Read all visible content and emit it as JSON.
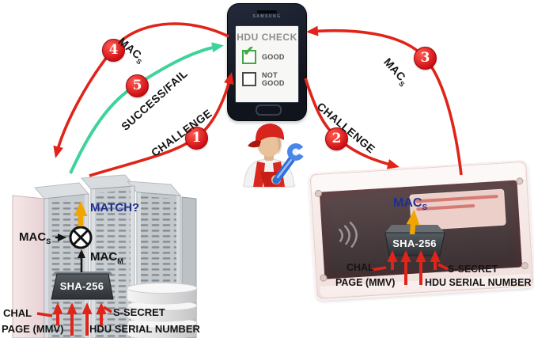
{
  "colors": {
    "arrow_red": "#e02419",
    "arrow_green": "#3ed39b",
    "arrow_yellow": "#f0a500",
    "label_blue": "#1e2f8e",
    "badge_red": "#cf0e13",
    "sha_block": "#33383c"
  },
  "phone": {
    "brand": "SAMSUNG",
    "title": "HDU CHECK",
    "good_label": "GOOD",
    "good_checked": true,
    "not_good_label": "NOT GOOD",
    "not_good_checked": false
  },
  "flow": {
    "step1": {
      "num": "1",
      "label": "CHALLENGE",
      "from": "server",
      "to": "phone"
    },
    "step2": {
      "num": "2",
      "label": "CHALLENGE",
      "from": "phone",
      "to": "hdu"
    },
    "step3": {
      "num": "3",
      "base": "MAC",
      "sub": "S",
      "from": "hdu",
      "to": "phone"
    },
    "step4": {
      "num": "4",
      "base": "MAC",
      "sub": "S",
      "from": "phone",
      "to": "server"
    },
    "step5": {
      "num": "5",
      "label": "SUCCESS/FAIL",
      "from": "server",
      "to": "phone"
    }
  },
  "server": {
    "match_label": "MATCH?",
    "mac_s": {
      "base": "MAC",
      "sub": "S"
    },
    "mac_m": {
      "base": "MAC",
      "sub": "M"
    },
    "sha_label": "SHA-256",
    "inputs": {
      "chal": "CHAL",
      "page": "PAGE (MMV)",
      "secret": "S-SECRET",
      "serial": "HDU SERIAL NUMBER"
    }
  },
  "hdu": {
    "mac_s": {
      "base": "MAC",
      "sub": "S"
    },
    "sha_label": "SHA-256",
    "inputs": {
      "chal": "CHAL",
      "page": "PAGE (MMV)",
      "secret": "S-SECRET",
      "serial": "HDU SERIAL NUMBER"
    }
  }
}
